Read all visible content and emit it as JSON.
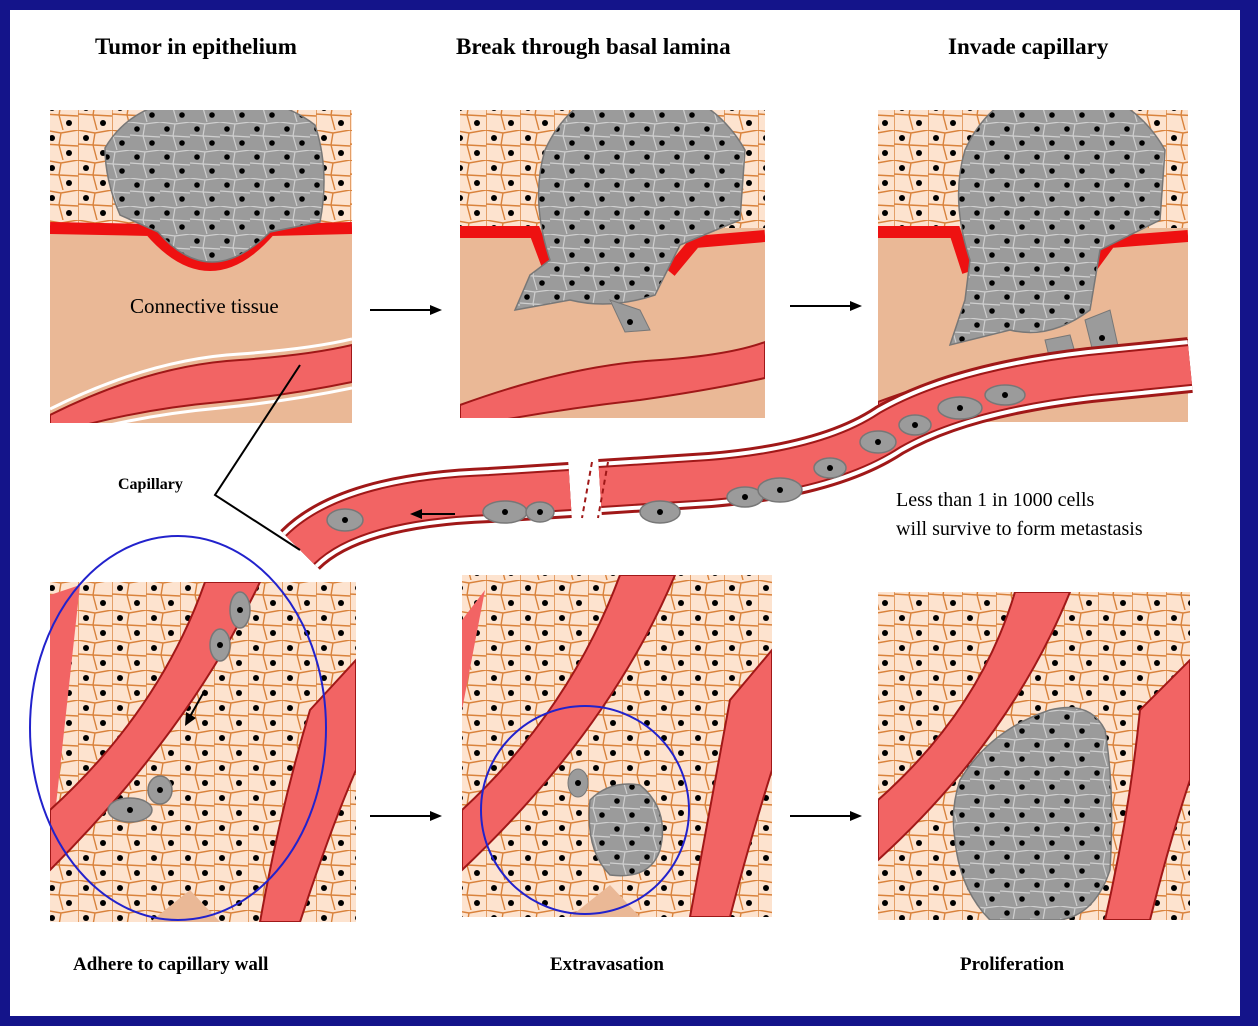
{
  "steps": {
    "tumor_in_epithelium": "Tumor in epithelium",
    "break_through_basal_lamina": "Break through basal lamina",
    "invade_capillary": "Invade capillary",
    "adhere_to_capillary_wall": "Adhere to capillary wall",
    "extravasation": "Extravasation",
    "proliferation": "Proliferation"
  },
  "labels": {
    "connective_tissue": "Connective tissue",
    "capillary": "Capillary"
  },
  "note": {
    "line1": "Less than 1 in 1000 cells",
    "line2": "will survive to form metastasis"
  },
  "colors": {
    "background_frame": "#14148a",
    "epithelium_fill": "#fde3cf",
    "epithelium_outline": "#d9823b",
    "connective_tissue": "#eab896",
    "basal_lamina": "#ee1111",
    "capillary_lumen": "#f26464",
    "capillary_wall": "#a01818",
    "tumor_cell": "#9b9b9b",
    "tumor_outline": "#7b7b7b",
    "nucleus": "#000000",
    "highlight_circle": "#2222cc"
  }
}
